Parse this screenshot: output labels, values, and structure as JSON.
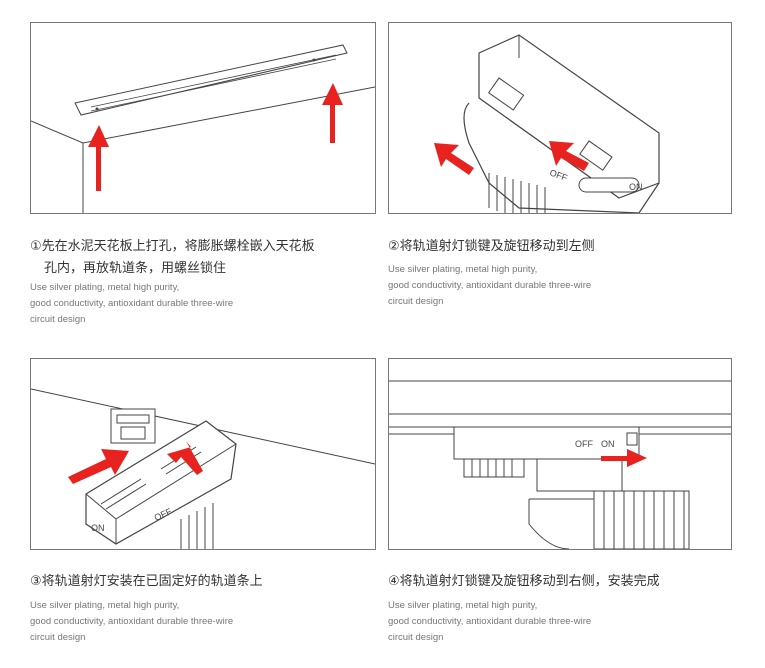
{
  "steps": [
    {
      "title_line1": "①先在水泥天花板上打孔，将膨胀螺栓嵌入天花板",
      "title_line2": "孔内，再放轨道条，用螺丝锁住",
      "desc": [
        "Use silver plating, metal high purity,",
        "good conductivity, antioxidant durable three-wire",
        "circuit design"
      ],
      "labels": {}
    },
    {
      "title_line1": "②将轨道射灯锁键及旋钮移动到左侧",
      "title_line2": "",
      "desc": [
        "Use silver plating, metal high purity,",
        "good conductivity, antioxidant durable three-wire",
        "circuit design"
      ],
      "labels": {
        "off": "OFF",
        "on": "ON"
      }
    },
    {
      "title_line1": "③将轨道射灯安装在已固定好的轨道条上",
      "title_line2": "",
      "desc": [
        "Use silver plating, metal high purity,",
        "good conductivity, antioxidant durable three-wire",
        "circuit design"
      ],
      "labels": {
        "off": "OFF",
        "on": "ON"
      }
    },
    {
      "title_line1": "④将轨道射灯锁键及旋钮移动到右侧，安装完成",
      "title_line2": "",
      "desc": [
        "Use silver plating, metal high purity,",
        "good conductivity, antioxidant durable three-wire",
        "circuit design"
      ],
      "labels": {
        "off": "OFF",
        "on": "ON"
      }
    }
  ],
  "colors": {
    "arrow": "#e8231f",
    "line": "#444444",
    "frame": "#777777"
  }
}
